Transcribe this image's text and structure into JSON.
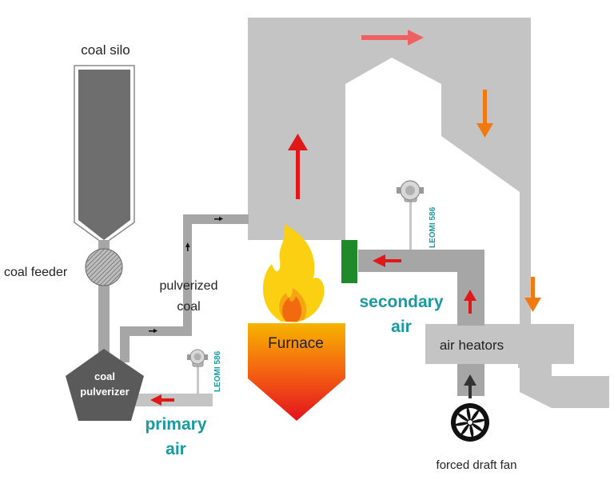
{
  "labels": {
    "coal_silo": "coal silo",
    "coal_feeder": "coal feeder",
    "pulverized_line1": "pulverized",
    "pulverized_line2": "coal",
    "pulverizer_line1": "coal",
    "pulverizer_line2": "pulverizer",
    "primary_line1": "primary",
    "primary_line2": "air",
    "furnace": "Furnace",
    "secondary_line1": "secondary",
    "secondary_line2": "air",
    "air_heaters": "air heators",
    "fan": "forced draft fan",
    "sensor_primary": "LEOMI 586",
    "sensor_secondary": "LEOMI 586"
  },
  "colors": {
    "duct": "#c4c4c4",
    "duct_dark": "#9e9e9e",
    "silo": "#6e6e6e",
    "pulverizer": "#5a5a5a",
    "accent_teal": "#1a9aa0",
    "arrow_red": "#e01818",
    "arrow_orange": "#f07a10",
    "arrow_salmon": "#f06060",
    "nozzle_green": "#1f8a2a"
  },
  "icons": [
    "flame-icon",
    "fan-icon",
    "temperature-sensor-icon"
  ]
}
